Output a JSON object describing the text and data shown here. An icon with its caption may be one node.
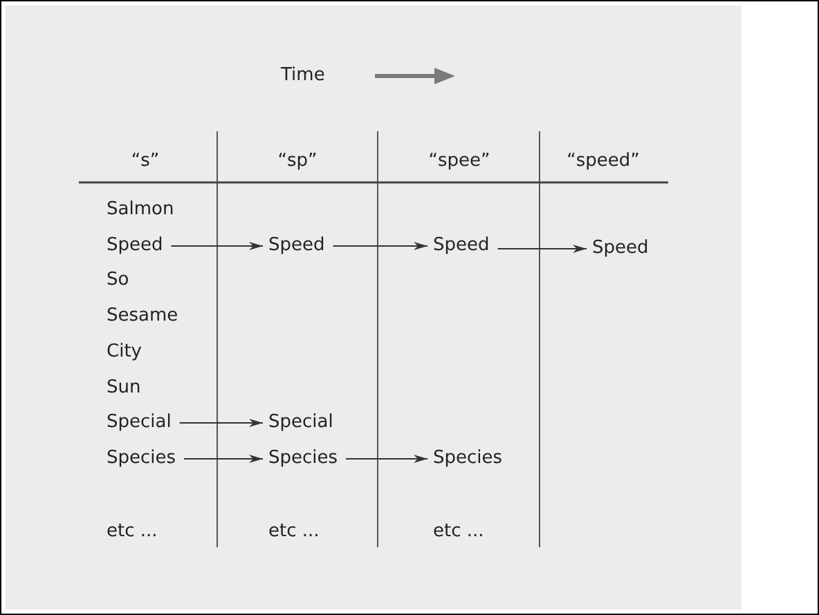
{
  "diagram": {
    "nodes": [
      {
        "text": [
          "Speed"
        ]
      },
      {
        "text": [
          "Speed"
        ]
      },
      {
        "text": [
          "Speed"
        ]
      },
      {
        "text": [
          "Speed"
        ]
      },
      {
        "text": [
          "Special"
        ]
      },
      {
        "text": [
          "Special"
        ]
      },
      {
        "text": [
          "Species"
        ]
      },
      {
        "text": [
          "Species"
        ]
      },
      {
        "text": [
          "Species"
        ]
      }
    ],
    "edges": [
      {
        "from": 0,
        "to": 1,
        "arrow": "to"
      },
      {
        "from": 1,
        "to": 2,
        "arrow": "to"
      },
      {
        "from": 2,
        "to": 3,
        "arrow": "to"
      },
      {
        "from": 4,
        "to": 5,
        "arrow": "to"
      },
      {
        "from": 6,
        "to": 7,
        "arrow": "to"
      },
      {
        "from": 7,
        "to": 8,
        "arrow": "to"
      }
    ],
    "labels": [
      "Time",
      "“s”",
      "“sp”",
      "“spee”",
      "“speed”",
      "Salmon",
      "So",
      "Sesame",
      "City",
      "Sun",
      "etc ...",
      "etc ...",
      "etc ..."
    ]
  }
}
